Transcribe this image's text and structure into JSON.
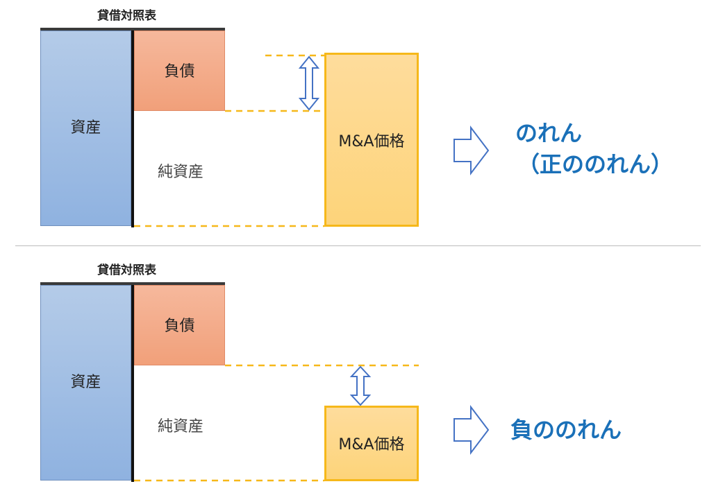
{
  "top": {
    "title": "貸借対照表",
    "assets_label": "資産",
    "liabilities_label": "負債",
    "net_assets_label": "純資産",
    "ma_price_label": "M&A価格",
    "result_line1": "のれん",
    "result_line2": "（正ののれん）"
  },
  "bottom": {
    "title": "貸借対照表",
    "assets_label": "資産",
    "liabilities_label": "負債",
    "net_assets_label": "純資産",
    "ma_price_label": "M&A価格",
    "result_line1": "負ののれん"
  },
  "colors": {
    "assets": "#9bbbe4",
    "liabilities": "#f4ac8a",
    "ma_price": "#fdd98a",
    "ma_border": "#f6b81a",
    "dashed_lines": "#f6b81a",
    "arrows": "#4472c4",
    "result_text": "#1a70b8"
  }
}
